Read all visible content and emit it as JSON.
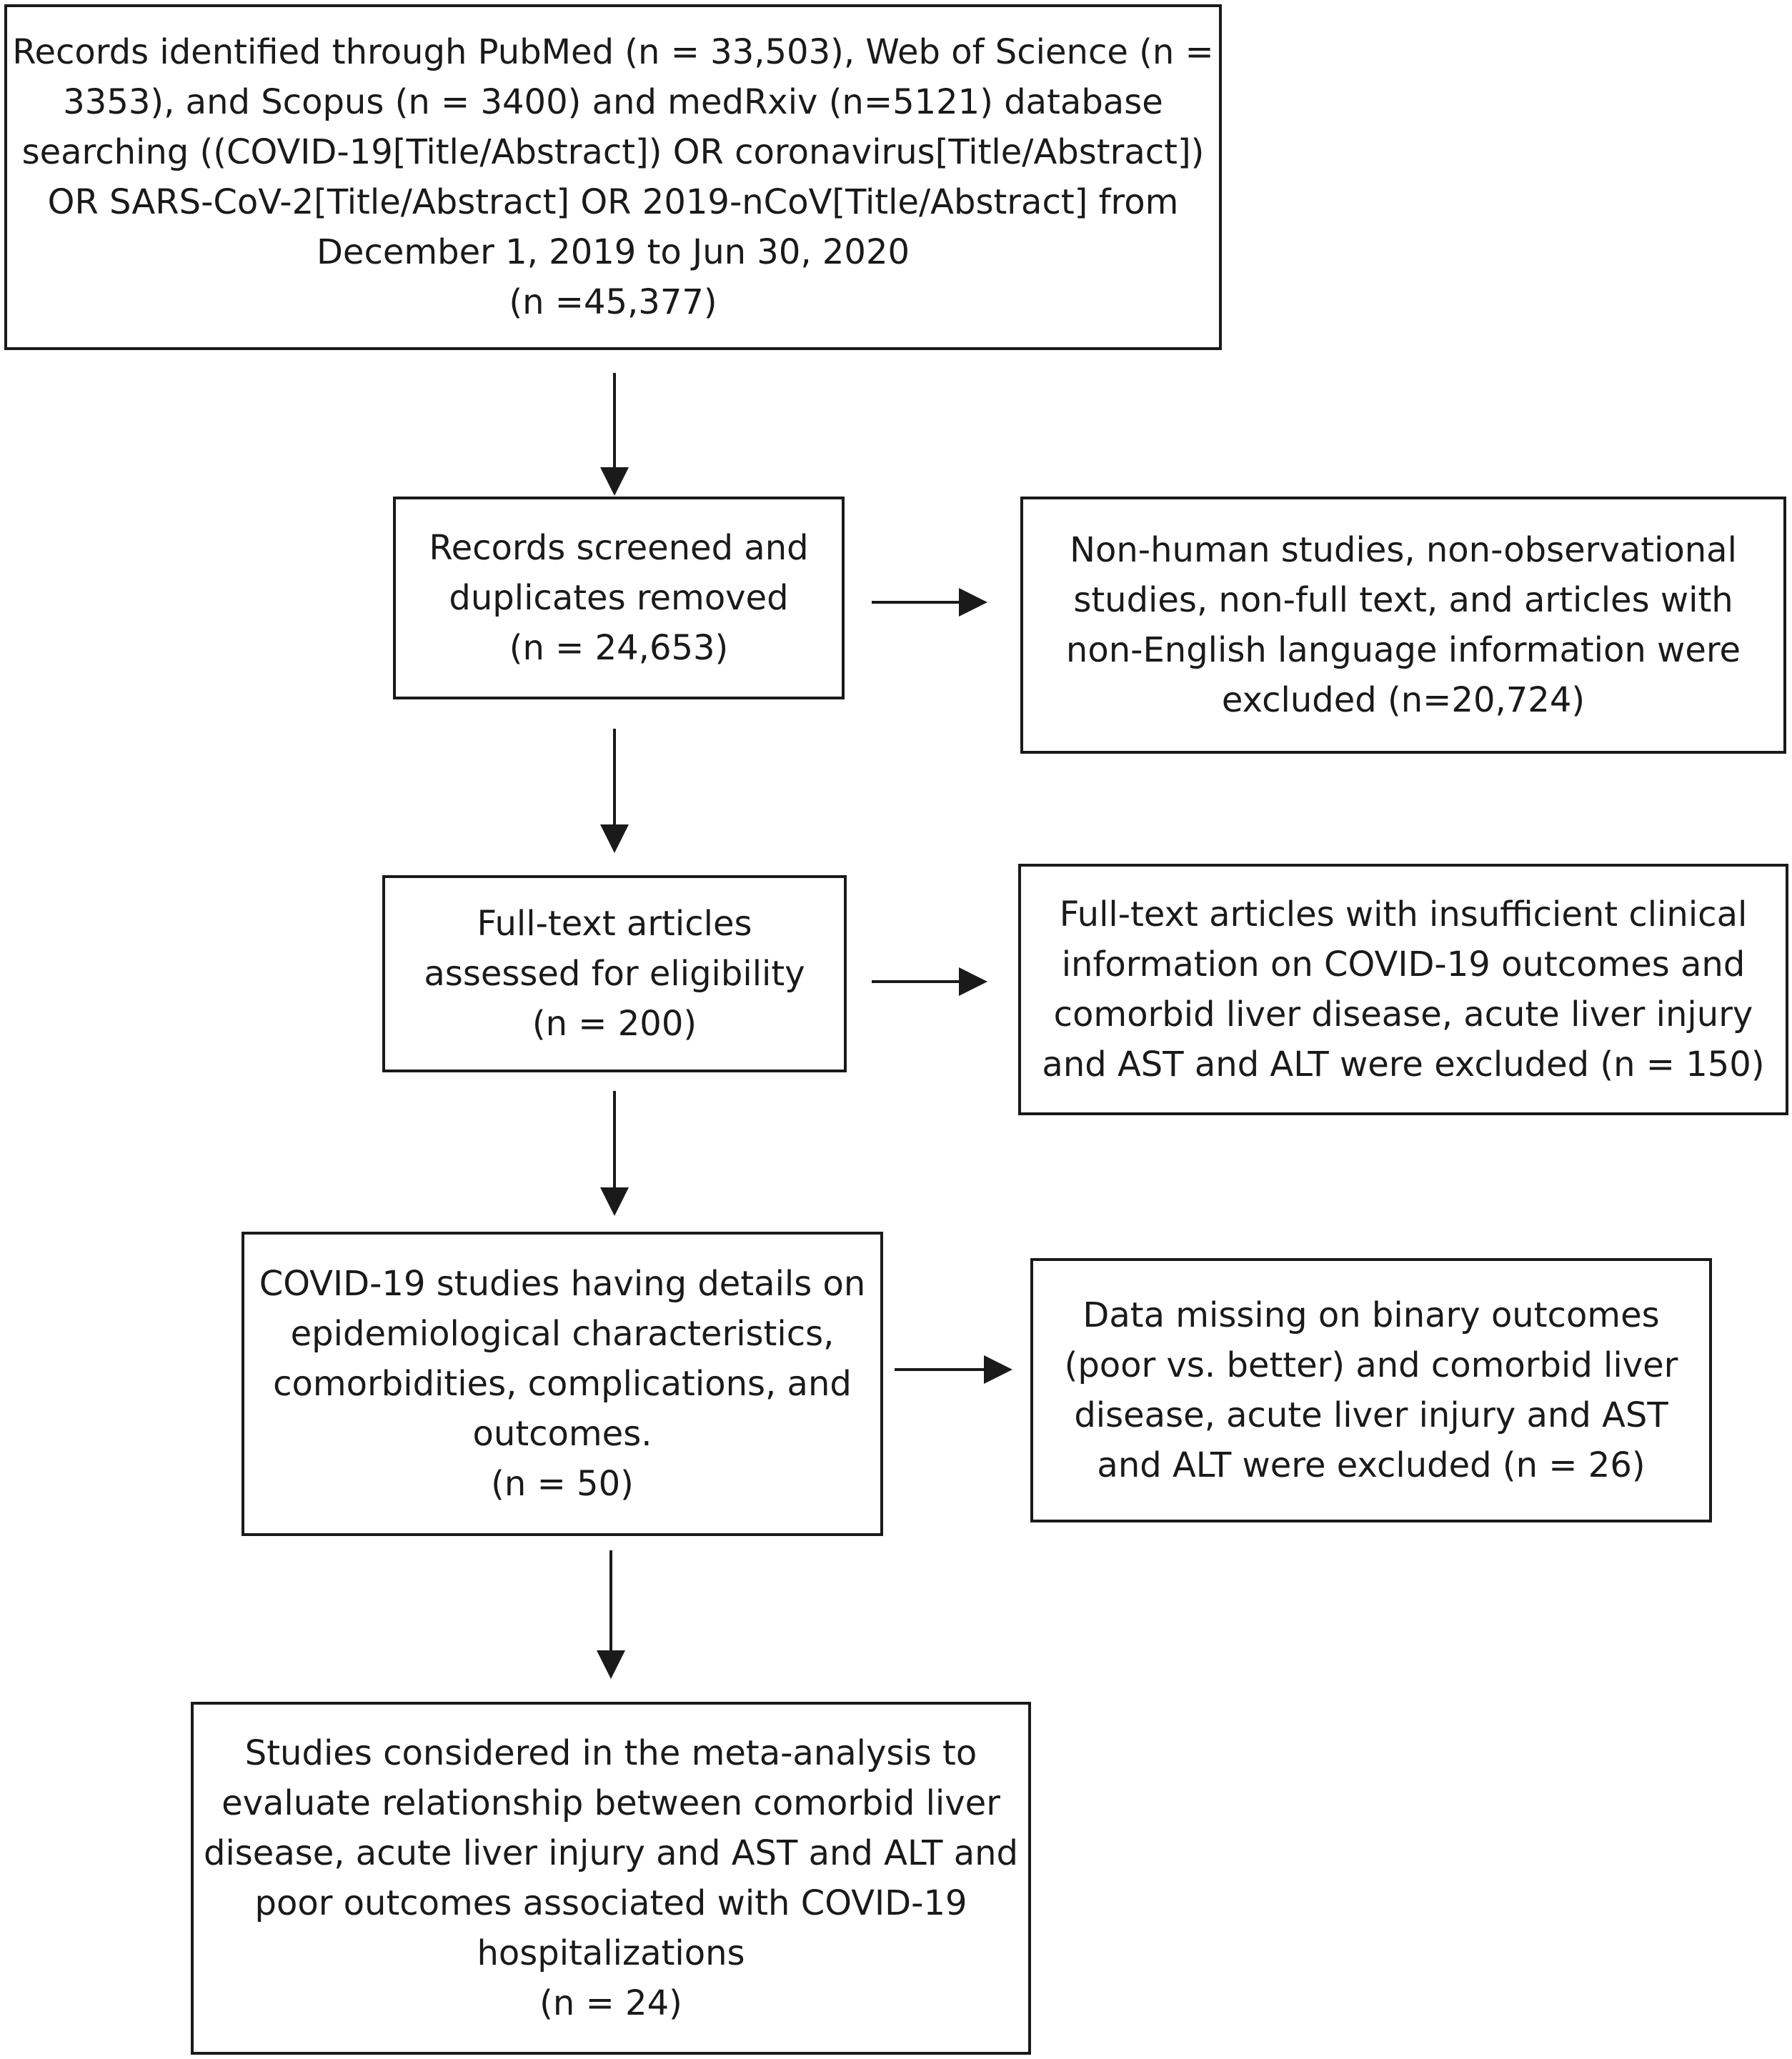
{
  "flowchart": {
    "identification": {
      "text": "Records identified through PubMed (n = 33,503), Web of Science (n =\n3353), and Scopus (n = 3400) and medRxiv (n=5121) database\nsearching ((COVID-19[Title/Abstract]) OR coronavirus[Title/Abstract])\nOR SARS-CoV-2[Title/Abstract] OR 2019-nCoV[Title/Abstract] from\nDecember 1, 2019 to Jun 30, 2020\n(n =45,377)"
    },
    "screening": {
      "text": "Records screened and\nduplicates removed\n(n = 24,653)"
    },
    "screening_excluded": {
      "text": "Non-human studies, non-observational\nstudies, non-full text, and articles with\nnon-English language information were\nexcluded (n=20,724)"
    },
    "eligibility": {
      "text": "Full-text articles\nassessed for eligibility\n(n = 200)"
    },
    "eligibility_excluded": {
      "text": "Full-text articles with insufficient clinical\ninformation on COVID-19 outcomes and\ncomorbid liver disease, acute liver injury\nand AST and ALT were excluded (n = 150)"
    },
    "details": {
      "text": "COVID-19 studies having details on\nepidemiological characteristics,\ncomorbidities, complications, and\noutcomes.\n(n = 50)"
    },
    "details_excluded": {
      "text": "Data missing on binary outcomes\n(poor vs. better) and comorbid liver\ndisease, acute liver injury and AST\nand ALT were excluded (n = 26)"
    },
    "included": {
      "text": "Studies considered in the meta-analysis to\nevaluate relationship between comorbid liver\ndisease, acute liver injury and AST and ALT and\npoor outcomes associated with COVID-19\nhospitalizations\n(n = 24)"
    }
  }
}
